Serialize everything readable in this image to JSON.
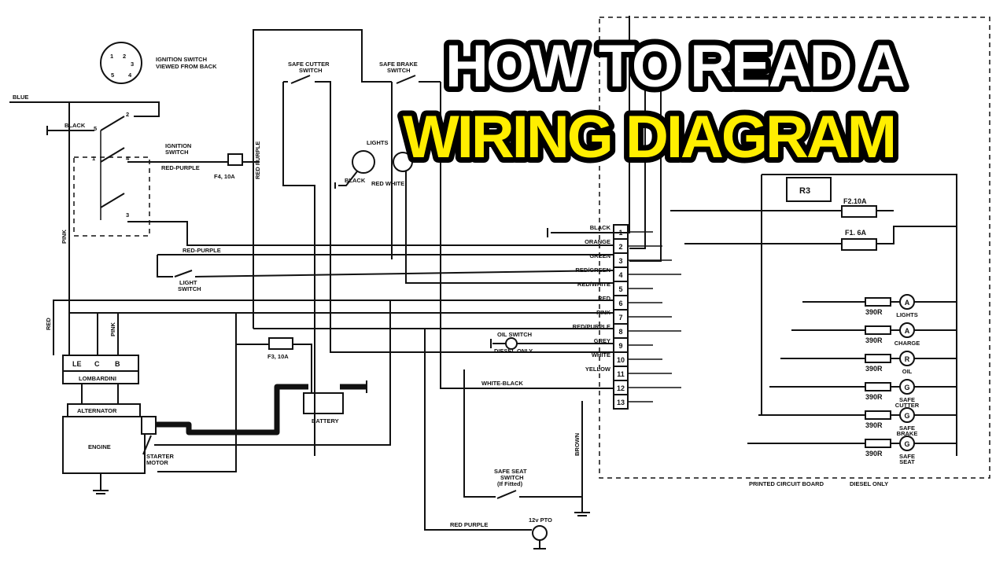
{
  "title": {
    "line1": "HOW TO READ A",
    "line2": "WIRING DIAGRAM",
    "line1_color": "#ffffff",
    "line2_color": "#ffee00",
    "outline_color": "#000000"
  },
  "ignition_detail": {
    "label_line1": "IGNITION SWITCH",
    "label_line2": "VIEWED FROM BACK",
    "terminals": [
      "1",
      "2",
      "3",
      "4",
      "5"
    ]
  },
  "ignition_switch": {
    "label_line1": "IGNITION",
    "label_line2": "SWITCH",
    "terminals": [
      "1",
      "2",
      "3",
      "4",
      "5"
    ]
  },
  "wires_left": {
    "blue": "BLUE",
    "black": "BLACK",
    "red_purple_fuse": "RED-PURPLE",
    "red_purple_light": "RED-PURPLE",
    "pink": "PINK",
    "pink2": "PINK",
    "red": "RED",
    "red_purple_vertical": "RED PURPLE",
    "brown": "BROWN",
    "red_purple_bottom": "RED PURPLE",
    "white_black": "WHITE-BLACK"
  },
  "fuses": {
    "f4": "F4, 10A",
    "f3": "F3, 10A",
    "f2": "F2.10A",
    "f1": "F1. 6A"
  },
  "switches": {
    "safe_cutter_line1": "SAFE CUTTER",
    "safe_cutter_line2": "SWITCH",
    "safe_brake_line1": "SAFE BRAKE",
    "safe_brake_line2": "SWITCH",
    "light_line1": "LIGHT",
    "light_line2": "SWITCH",
    "oil_line1": "OIL SWITCH",
    "oil_line2": "DIESEL ONLY",
    "safe_seat_line1": "SAFE SEAT",
    "safe_seat_line2": "SWITCH",
    "safe_seat_line3": "(If Fitted)"
  },
  "lights": {
    "label": "LIGHTS",
    "black": "BLACK",
    "red_white": "RED WHITE"
  },
  "components": {
    "regulator_terminals": [
      "LE",
      "C",
      "B"
    ],
    "regulator": "LOMBARDINI",
    "alternator": "ALTERNATOR",
    "engine": "ENGINE",
    "starter_line1": "STARTER",
    "starter_line2": "MOTOR",
    "battery": "BATTERY",
    "pto": "12v PTO",
    "relay": "R3"
  },
  "terminal_block": [
    {
      "num": "1",
      "wire": "BLACK"
    },
    {
      "num": "2",
      "wire": "ORANGE"
    },
    {
      "num": "3",
      "wire": "GREEN"
    },
    {
      "num": "4",
      "wire": "RED/GREEN"
    },
    {
      "num": "5",
      "wire": "RED/WHITE"
    },
    {
      "num": "6",
      "wire": "RED"
    },
    {
      "num": "7",
      "wire": "PINK"
    },
    {
      "num": "8",
      "wire": "RED/PURPLE"
    },
    {
      "num": "9",
      "wire": "GREY"
    },
    {
      "num": "10",
      "wire": "WHITE"
    },
    {
      "num": "11",
      "wire": "YELLOW"
    },
    {
      "num": "12",
      "wire": ""
    },
    {
      "num": "13",
      "wire": ""
    }
  ],
  "indicators": [
    {
      "resistor": "390R",
      "letter": "A",
      "label_line1": "LIGHTS",
      "label_line2": ""
    },
    {
      "resistor": "390R",
      "letter": "A",
      "label_line1": "CHARGE",
      "label_line2": ""
    },
    {
      "resistor": "390R",
      "letter": "R",
      "label_line1": "OIL",
      "label_line2": ""
    },
    {
      "resistor": "390R",
      "letter": "G",
      "label_line1": "SAFE",
      "label_line2": "CUTTER"
    },
    {
      "resistor": "390R",
      "letter": "G",
      "label_line1": "SAFE",
      "label_line2": "BRAKE"
    },
    {
      "resistor": "390R",
      "letter": "G",
      "label_line1": "SAFE",
      "label_line2": "SEAT"
    }
  ],
  "pcb": {
    "label": "PRINTED CIRCUIT BOARD",
    "diesel_only": "DIESEL ONLY"
  }
}
